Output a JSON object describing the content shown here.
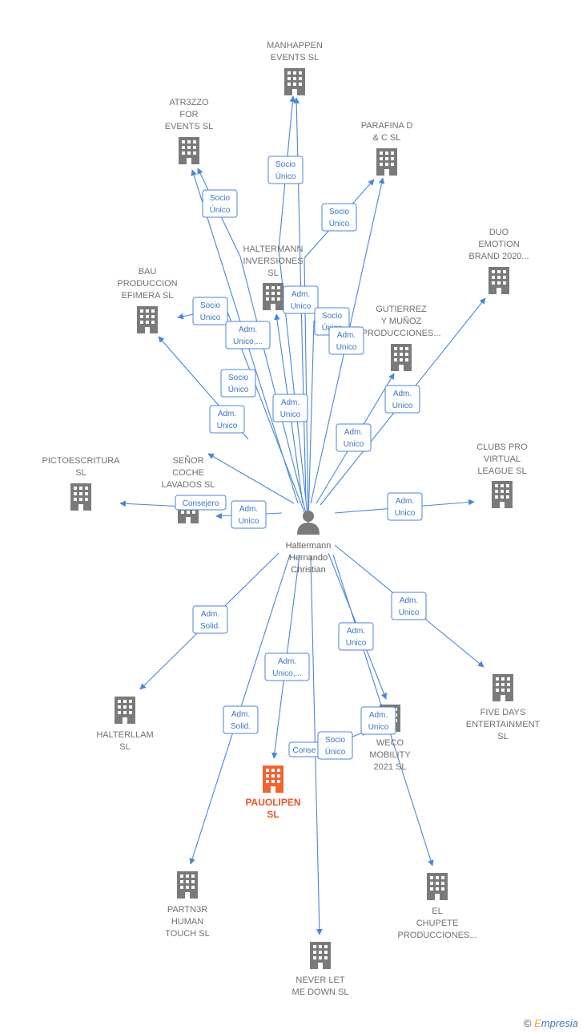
{
  "colors": {
    "edge": "#4a86d8",
    "building": "#7a7a7a",
    "building_primary": "#f06432",
    "person": "#7a7a7a",
    "label_border": "#4a86d8"
  },
  "person": {
    "name_lines": [
      "Haltermann",
      "Hernando",
      "Christian"
    ],
    "icon": "person-icon"
  },
  "companies": [
    {
      "id": "manhappen",
      "lines": [
        "MANHAPPEN",
        "EVENTS  SL"
      ],
      "primary": false
    },
    {
      "id": "atr3zzo",
      "lines": [
        "ATR3ZZO",
        "FOR",
        "EVENTS  SL"
      ],
      "primary": false
    },
    {
      "id": "parafina",
      "lines": [
        "PARAFINA D",
        "& C SL"
      ],
      "primary": false
    },
    {
      "id": "haltermann-inv",
      "lines": [
        "HALTERMANN",
        "INVERSIONES",
        "SL"
      ],
      "primary": false
    },
    {
      "id": "duo",
      "lines": [
        "DUO",
        "EMOTION",
        "BRAND 2020..."
      ],
      "primary": false
    },
    {
      "id": "bau",
      "lines": [
        "BAU",
        "PRODUCCION",
        "EFIMERA  SL"
      ],
      "primary": false
    },
    {
      "id": "gutierrez",
      "lines": [
        "GUTIERREZ",
        "Y MUÑOZ",
        "PRODUCCIONES..."
      ],
      "primary": false
    },
    {
      "id": "pictoescritura",
      "lines": [
        "PICTOESCRITURA",
        "SL"
      ],
      "primary": false
    },
    {
      "id": "senor",
      "lines": [
        "SEÑOR",
        "COCHE",
        "LAVADOS  SL"
      ],
      "primary": false
    },
    {
      "id": "clubs",
      "lines": [
        "CLUBS PRO",
        "VIRTUAL",
        "LEAGUE  SL"
      ],
      "primary": false
    },
    {
      "id": "halterllam",
      "lines": [
        "HALTERLLAM",
        "SL"
      ],
      "primary": false
    },
    {
      "id": "fivedays",
      "lines": [
        "FIVE DAYS",
        "ENTERTAINMENT",
        "SL"
      ],
      "primary": false
    },
    {
      "id": "weco",
      "lines": [
        "WECO",
        "MOBILITY",
        "2021  SL"
      ],
      "primary": false
    },
    {
      "id": "pauolipen",
      "lines": [
        "PAUOLIPEN",
        "SL"
      ],
      "primary": true
    },
    {
      "id": "partn3r",
      "lines": [
        "PARTN3R",
        "HUMAN",
        "TOUCH  SL"
      ],
      "primary": false
    },
    {
      "id": "elchupete",
      "lines": [
        "EL",
        "CHUPETE",
        "PRODUCCIONES..."
      ],
      "primary": false
    },
    {
      "id": "neverlet",
      "lines": [
        "NEVER LET",
        "ME DOWN SL"
      ],
      "primary": false
    }
  ],
  "edge_labels": [
    {
      "id": "manhappen",
      "lines": [
        "Socio",
        "Único"
      ]
    },
    {
      "id": "atr3zzo",
      "lines": [
        "Socio",
        "Único"
      ]
    },
    {
      "id": "parafina",
      "lines": [
        "Socio",
        "Único"
      ]
    },
    {
      "id": "bau-socio",
      "lines": [
        "Socio",
        "Único"
      ]
    },
    {
      "id": "bau-adm",
      "lines": [
        "Adm.",
        "Unico,..."
      ]
    },
    {
      "id": "haltermann-inv",
      "lines": [
        "Adm.",
        "Unico"
      ]
    },
    {
      "id": "gutierrez-socio",
      "lines": [
        "Socio",
        "Único"
      ]
    },
    {
      "id": "gutierrez-adm-hidden",
      "lines": [
        "Adm.",
        "Unico"
      ]
    },
    {
      "id": "senor-socio",
      "lines": [
        "Socio",
        "Único"
      ]
    },
    {
      "id": "senor-adm",
      "lines": [
        "Adm.",
        "Unico"
      ]
    },
    {
      "id": "center-adm",
      "lines": [
        "Adm.",
        "Unico"
      ]
    },
    {
      "id": "gutierrez-adm",
      "lines": [
        "Adm.",
        "Unico"
      ]
    },
    {
      "id": "duo",
      "lines": [
        "Adm.",
        "Unico"
      ]
    },
    {
      "id": "pictoescritura",
      "lines": [
        "Consejero"
      ]
    },
    {
      "id": "senor-adm2",
      "lines": [
        "Adm.",
        "Unico"
      ]
    },
    {
      "id": "clubs",
      "lines": [
        "Adm.",
        "Unico"
      ]
    },
    {
      "id": "halterllam",
      "lines": [
        "Adm.",
        "Solid."
      ]
    },
    {
      "id": "fivedays",
      "lines": [
        "Adm.",
        "Unico"
      ]
    },
    {
      "id": "weco",
      "lines": [
        "Adm.",
        "Unico"
      ]
    },
    {
      "id": "pauolipen-adm",
      "lines": [
        "Adm.",
        "Unico,..."
      ]
    },
    {
      "id": "partn3r",
      "lines": [
        "Adm.",
        "Solid."
      ]
    },
    {
      "id": "weco-adm2",
      "lines": [
        "Adm.",
        "Unico"
      ]
    },
    {
      "id": "pauolipen-consejero",
      "lines": [
        "Conse"
      ]
    },
    {
      "id": "pauolipen-socio",
      "lines": [
        "Socio",
        "Único"
      ]
    }
  ],
  "brand": {
    "copyright": "©",
    "initial": "E",
    "rest": "mpresia"
  }
}
